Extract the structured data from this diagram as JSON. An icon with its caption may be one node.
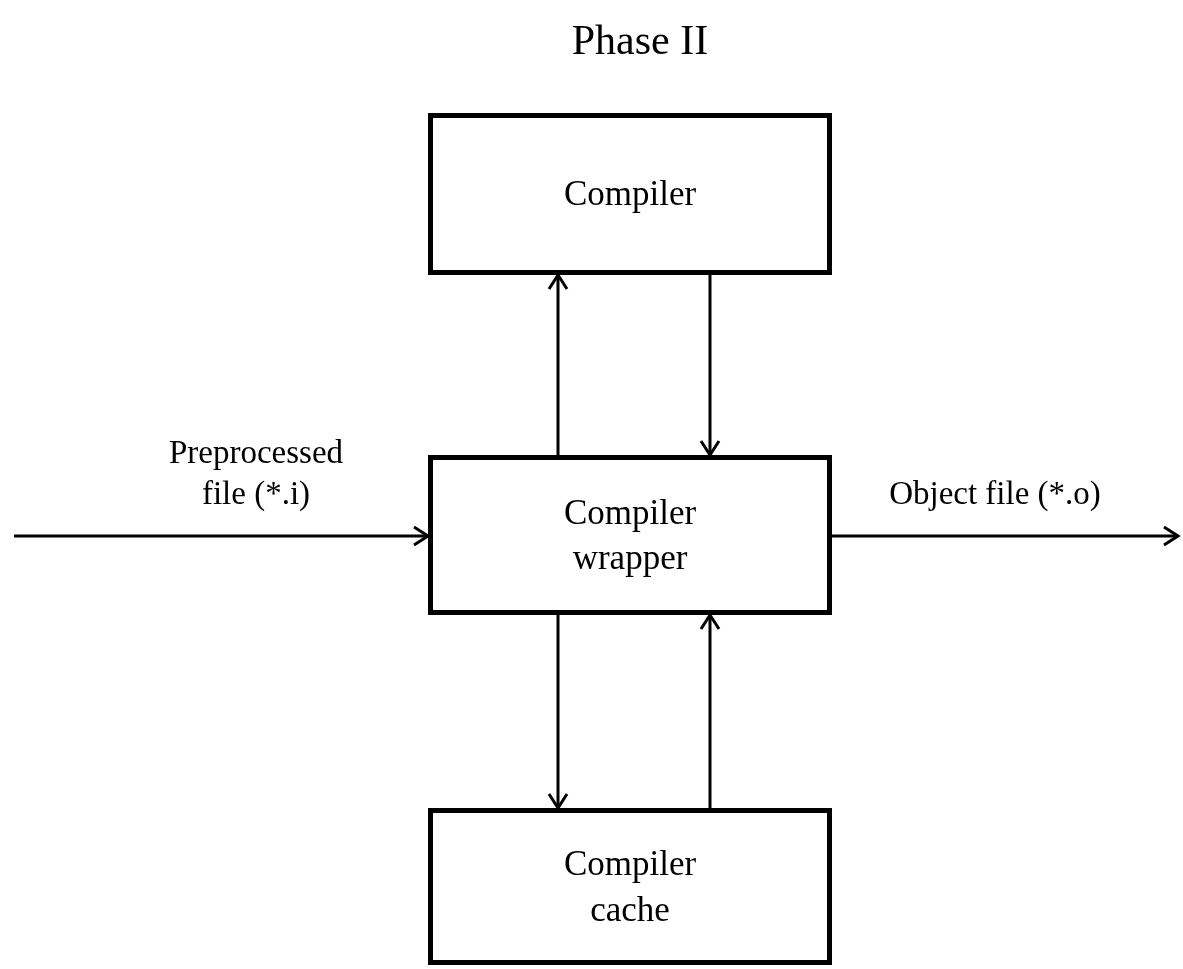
{
  "diagram": {
    "title": "Phase II",
    "nodes": [
      {
        "text": [
          "Compiler"
        ]
      },
      {
        "text": [
          "Compiler wrapper"
        ]
      },
      {
        "text": [
          "Compiler cache"
        ]
      }
    ],
    "edges": [
      {
        "from": 1,
        "to": 0,
        "arrow": "to"
      },
      {
        "from": 0,
        "to": 1,
        "arrow": "to"
      },
      {
        "from": 1,
        "to": 2,
        "arrow": "to"
      },
      {
        "from": 2,
        "to": 1,
        "arrow": "to"
      },
      {
        "from": null,
        "to": 1,
        "arrow": "to",
        "label": "Preprocessed file (*.i)"
      },
      {
        "from": 1,
        "to": null,
        "arrow": "to",
        "label": "Object file (*.o)"
      }
    ]
  }
}
